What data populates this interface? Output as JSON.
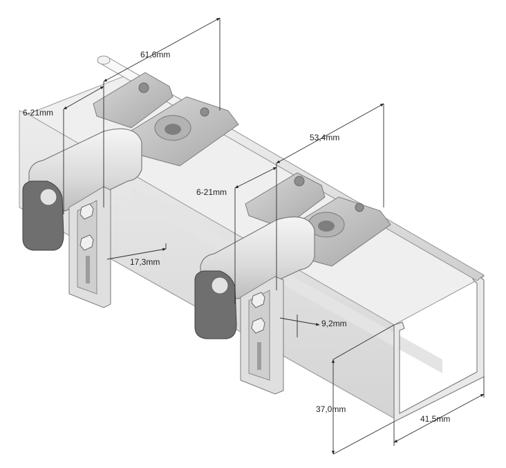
{
  "dimensions": {
    "d_61_6": "61,6mm",
    "d_6_21_left": "6-21mm",
    "d_53_4": "53,4mm",
    "d_6_21_right": "6-21mm",
    "d_17_3": "17,3mm",
    "d_9_2": "9,2mm",
    "d_37_0": "37,0mm",
    "d_41_5": "41,5mm"
  },
  "colors": {
    "rail_light": "#f2f2f2",
    "rail_mid": "#dcdcdc",
    "rail_dark": "#b9b9b9",
    "metal": "#c7c7c7",
    "metal_dark": "#9a9a9a",
    "pad": "#6a6a6a",
    "line": "#2a2a2a"
  }
}
